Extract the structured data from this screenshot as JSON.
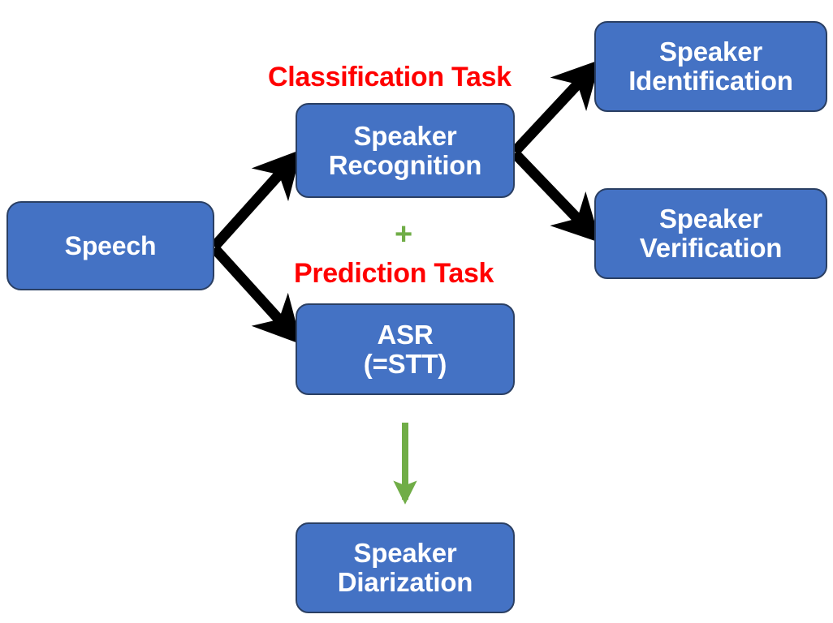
{
  "diagram": {
    "title": "Speech processing task taxonomy",
    "background_color": "#FFFFFF",
    "node_fill_color": "#4472C4",
    "node_border_color": "#2A3F63",
    "node_text_color": "#FFFFFF",
    "annotation_red": "#FF0000",
    "annotation_green": "#70AD47",
    "arrow_black": "#000000"
  },
  "nodes": {
    "speech": {
      "label": "Speech"
    },
    "speaker_recognition": {
      "label": "Speaker\nRecognition"
    },
    "asr": {
      "label": "ASR\n(=STT)"
    },
    "speaker_identification": {
      "label": "Speaker\nIdentification"
    },
    "speaker_verification": {
      "label": "Speaker\nVerification"
    },
    "speaker_diarization": {
      "label": "Speaker\nDiarization"
    }
  },
  "annotations": {
    "classification_task": {
      "text": "Classification Task",
      "color": "#FF0000"
    },
    "prediction_task": {
      "text": "Prediction Task",
      "color": "#FF0000"
    },
    "plus_sign": {
      "text": "+",
      "color": "#70AD47"
    }
  },
  "edges": [
    {
      "name": "speech-to-speaker-recognition",
      "from": "speech",
      "to": "speaker_recognition",
      "style": "thick-black-arrow"
    },
    {
      "name": "speech-to-asr",
      "from": "speech",
      "to": "asr",
      "style": "thick-black-arrow"
    },
    {
      "name": "speaker-recognition-to-speaker-identification",
      "from": "speaker_recognition",
      "to": "speaker_identification",
      "style": "thick-black-arrow"
    },
    {
      "name": "speaker-recognition-to-speaker-verification",
      "from": "speaker_recognition",
      "to": "speaker_verification",
      "style": "thick-black-arrow"
    },
    {
      "name": "asr-to-speaker-diarization",
      "from": "asr",
      "to": "speaker_diarization",
      "style": "thin-green-arrow"
    }
  ]
}
